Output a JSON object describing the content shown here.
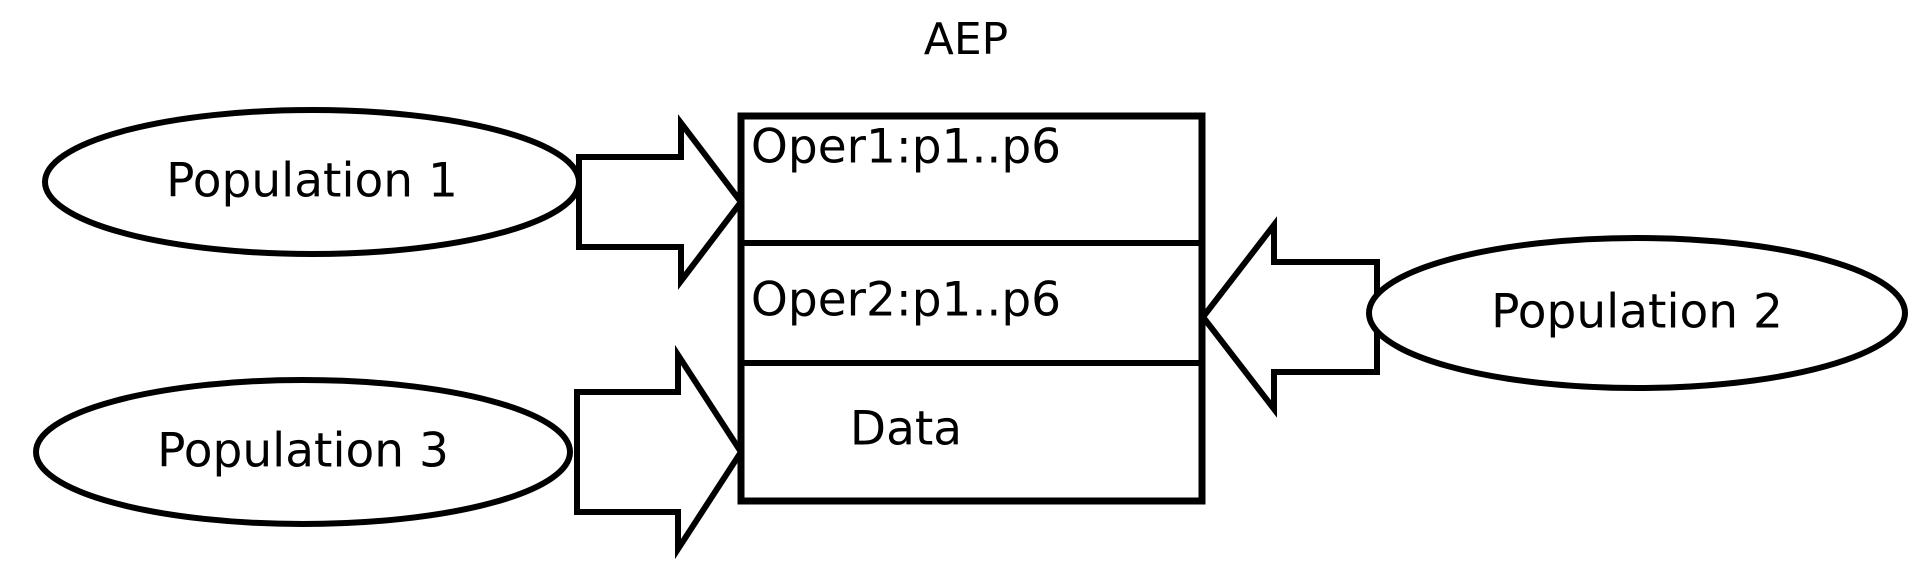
{
  "diagram": {
    "title": "AEP",
    "component_box": {
      "label": "AEP",
      "rows": [
        {
          "id": "oper1",
          "label": "Oper1:p1..p6"
        },
        {
          "id": "oper2",
          "label": "Oper2:p1..p6"
        },
        {
          "id": "data",
          "label": "Data"
        }
      ]
    },
    "nodes": [
      {
        "id": "population-1",
        "label": "Population 1",
        "shape": "ellipse",
        "side": "left"
      },
      {
        "id": "population-2",
        "label": "Population 2",
        "shape": "ellipse",
        "side": "right"
      },
      {
        "id": "population-3",
        "label": "Population 3",
        "shape": "ellipse",
        "side": "left"
      }
    ],
    "connectors": [
      {
        "id": "arrow-pop1-to-oper1",
        "icon": "block-arrow-right-icon",
        "direction": "right",
        "from": "population-1",
        "to": "oper1"
      },
      {
        "id": "arrow-pop2-to-oper2",
        "icon": "block-arrow-left-icon",
        "direction": "left",
        "from": "population-2",
        "to": "oper2"
      },
      {
        "id": "arrow-pop3-to-data",
        "icon": "block-arrow-right-icon",
        "direction": "right",
        "from": "population-3",
        "to": "data"
      }
    ],
    "colors": {
      "stroke": "#000000",
      "fill": "#ffffff",
      "background": "#ffffff"
    }
  }
}
